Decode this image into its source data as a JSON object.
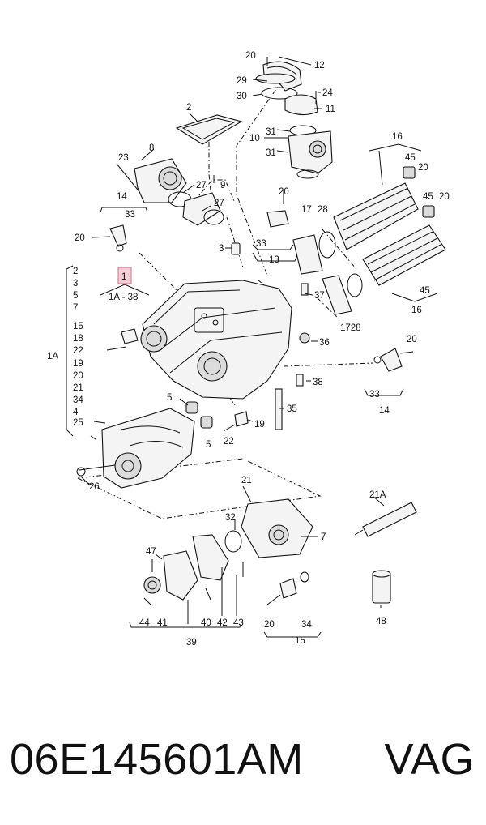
{
  "labels": {
    "l20a": "20",
    "l12": "12",
    "l29": "29",
    "l24": "24",
    "l30": "30",
    "l11": "11",
    "l2": "2",
    "l10": "10",
    "l31a": "31",
    "l31b": "31",
    "l16": "16",
    "l45a": "45",
    "l20b": "20",
    "l45b": "45",
    "l20c": "20",
    "l23": "23",
    "l8": "8",
    "l27a": "27",
    "l9": "9",
    "l27b": "27",
    "l20d": "20",
    "l14a": "14",
    "l33a": "33",
    "l20e": "20",
    "l17a": "17",
    "l28a": "28",
    "l3": "3",
    "l33b": "33",
    "l13": "13",
    "l1": "1",
    "l1a38": "1A - 38",
    "l37": "37",
    "l45c": "45",
    "l16b": "16",
    "l1728": "1728",
    "lc2": "2",
    "lc3": "3",
    "lc5": "5",
    "lc7": "7",
    "lc15": "15",
    "lc18": "18",
    "lc1a": "1A",
    "lc22": "22",
    "lc19": "19",
    "lc20": "20",
    "lc21": "21",
    "lc34": "34",
    "lc4": "4",
    "lc25": "25",
    "l36": "36",
    "l20f": "20",
    "l38": "38",
    "l33c": "33",
    "l14b": "14",
    "l35": "35",
    "l5a": "5",
    "l19": "19",
    "l5b": "5",
    "l22": "22",
    "l26": "26",
    "l21": "21",
    "l21a": "21A",
    "l32": "32",
    "l7": "7",
    "l47": "47",
    "l44": "44",
    "l41": "41",
    "l40": "40",
    "l42": "42",
    "l43": "43",
    "l39": "39",
    "l20g": "20",
    "l34": "34",
    "l15": "15",
    "l48": "48"
  },
  "footer": {
    "part_number": "06E145601AM",
    "brand": "VAG"
  },
  "colors": {
    "highlight_fill": "#f6cfd6",
    "highlight_stroke": "#d86b80",
    "line": "#111111"
  }
}
